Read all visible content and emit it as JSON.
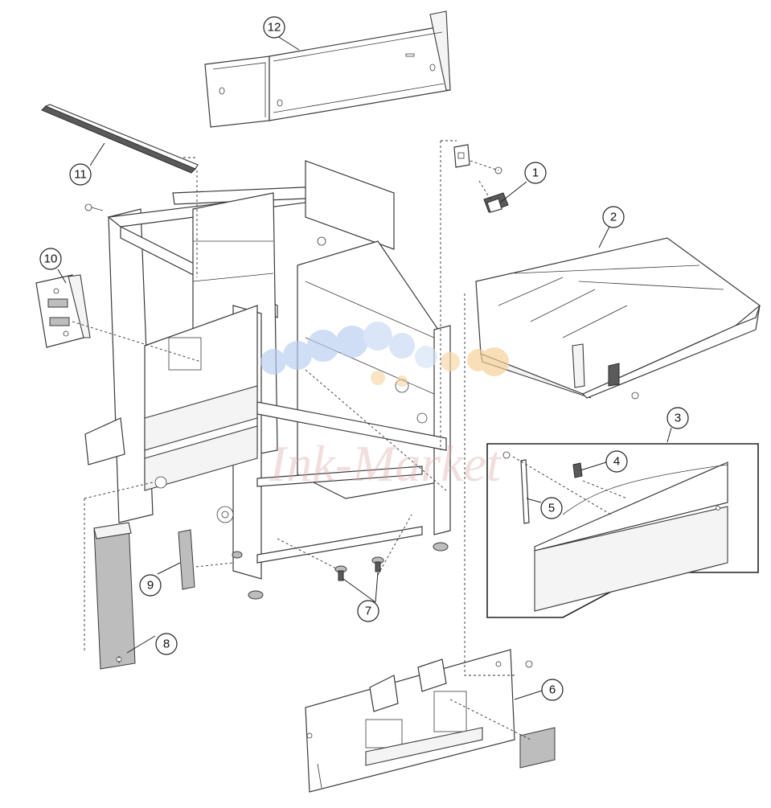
{
  "diagram": {
    "callouts": [
      {
        "id": "c1",
        "label": "1"
      },
      {
        "id": "c2",
        "label": "2"
      },
      {
        "id": "c3",
        "label": "3"
      },
      {
        "id": "c4",
        "label": "4"
      },
      {
        "id": "c5",
        "label": "5"
      },
      {
        "id": "c6",
        "label": "6"
      },
      {
        "id": "c7",
        "label": "7"
      },
      {
        "id": "c8",
        "label": "8"
      },
      {
        "id": "c9",
        "label": "9"
      },
      {
        "id": "c10",
        "label": "10"
      },
      {
        "id": "c11",
        "label": "11"
      },
      {
        "id": "c12",
        "label": "12"
      }
    ],
    "watermark": {
      "text": "Ink-Market",
      "colors": {
        "blue": "#a9c4ee",
        "orange": "#f6cf93",
        "red": "#d9a2a2"
      }
    },
    "colors": {
      "line": "#3a3a3a",
      "fill": "#ffffff"
    }
  }
}
